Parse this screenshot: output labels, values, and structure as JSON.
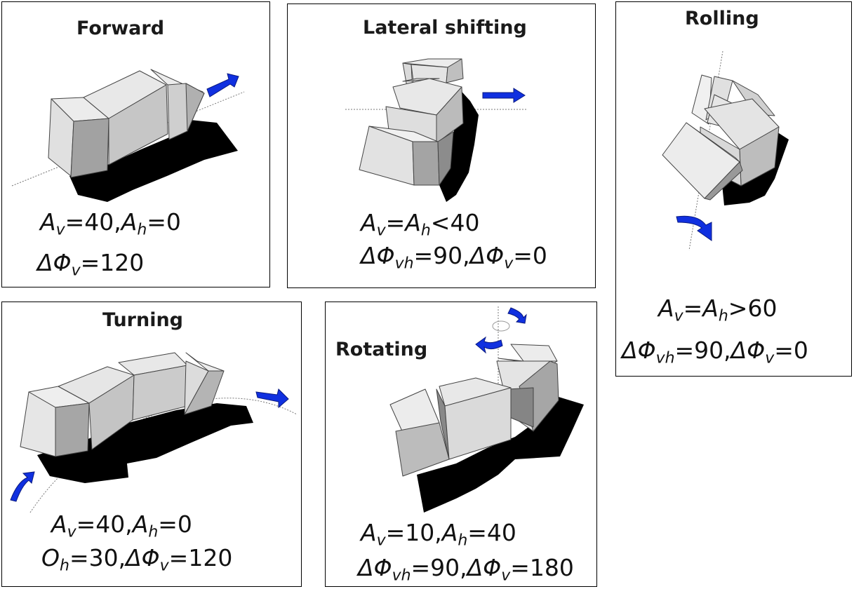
{
  "panels": [
    {
      "id": "forward",
      "title": "Forward",
      "direction_icon": "arrow-right-icon",
      "params": [
        [
          {
            "v": "A"
          },
          {
            "s": "v"
          },
          {
            "t": "=40,"
          },
          {
            "v": "A"
          },
          {
            "s": "h"
          },
          {
            "t": "=0"
          }
        ],
        [
          {
            "v": "ΔΦ"
          },
          {
            "s": "v"
          },
          {
            "t": "=120"
          }
        ]
      ]
    },
    {
      "id": "lateral",
      "title": "Lateral shifting",
      "direction_icon": "arrow-right-icon",
      "params": [
        [
          {
            "v": "A"
          },
          {
            "s": "v"
          },
          {
            "t": "="
          },
          {
            "v": "A"
          },
          {
            "s": "h"
          },
          {
            "t": "<40"
          }
        ],
        [
          {
            "v": "ΔΦ"
          },
          {
            "s": "vh"
          },
          {
            "t": "=90,"
          },
          {
            "v": "ΔΦ"
          },
          {
            "s": "v"
          },
          {
            "t": "=0"
          }
        ]
      ]
    },
    {
      "id": "rolling",
      "title": "Rolling",
      "direction_icon": "curved-arrow-icon",
      "params": [
        [
          {
            "v": "A"
          },
          {
            "s": "v"
          },
          {
            "t": "="
          },
          {
            "v": "A"
          },
          {
            "s": "h"
          },
          {
            "t": ">60"
          }
        ],
        [
          {
            "v": "ΔΦ"
          },
          {
            "s": "vh"
          },
          {
            "t": "=90,"
          },
          {
            "v": "ΔΦ"
          },
          {
            "s": "v"
          },
          {
            "t": "=0"
          }
        ]
      ]
    },
    {
      "id": "turning",
      "title": "Turning",
      "direction_icon": "curved-arrow-icon",
      "params": [
        [
          {
            "v": "A"
          },
          {
            "s": "v"
          },
          {
            "t": "=40,"
          },
          {
            "v": "A"
          },
          {
            "s": "h"
          },
          {
            "t": "=0"
          }
        ],
        [
          {
            "v": "O"
          },
          {
            "s": "h"
          },
          {
            "t": "=30,"
          },
          {
            "v": "ΔΦ"
          },
          {
            "s": "v"
          },
          {
            "t": "=120"
          }
        ]
      ]
    },
    {
      "id": "rotating",
      "title": "Rotating",
      "direction_icon": "rotate-arrow-icon",
      "params": [
        [
          {
            "v": "A"
          },
          {
            "s": "v"
          },
          {
            "t": "=10,"
          },
          {
            "v": "A"
          },
          {
            "s": "h"
          },
          {
            "t": "=40"
          }
        ],
        [
          {
            "v": "ΔΦ"
          },
          {
            "s": "vh"
          },
          {
            "t": "=90,"
          },
          {
            "v": "ΔΦ"
          },
          {
            "s": "v"
          },
          {
            "t": "=180"
          }
        ]
      ]
    }
  ],
  "colors": {
    "arrow": "#1030e0",
    "shadow": "#000000",
    "face_light": "#ececec",
    "face_mid": "#c8c8c8",
    "face_dark": "#9c9c9c",
    "border": "#000000"
  }
}
